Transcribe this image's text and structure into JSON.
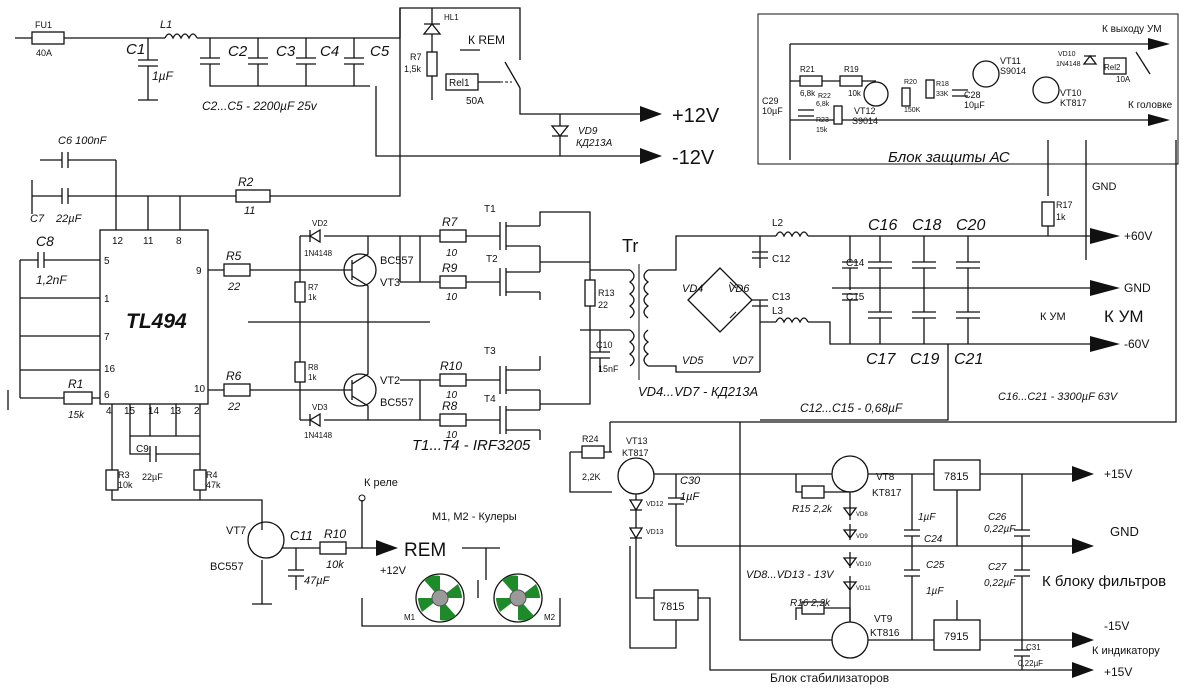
{
  "power_input": {
    "fuse": "FU1",
    "fuse_rating": "40A",
    "inductor": "L1"
  },
  "input_caps": {
    "c1": "C1",
    "c1_value": "1µF",
    "c2": "C2",
    "c3": "C3",
    "c4": "C4",
    "c5": "C5",
    "note": "C2...C5 - 2200µF 25v"
  },
  "rem_block": {
    "led": "HL1",
    "r7": "R7",
    "r7_value": "1,5k",
    "to_rem": "К REM",
    "relay": "Rel1",
    "relay_rating": "50A",
    "diode": "VD9",
    "diode_type": "КД213А",
    "plus12": "+12V",
    "minus12": "-12V"
  },
  "pwm": {
    "chip": "TL494",
    "pins": [
      "12",
      "11",
      "8",
      "5",
      "1",
      "7",
      "16",
      "6",
      "4",
      "15",
      "14",
      "13",
      "2",
      "9",
      "10"
    ],
    "c6": "C6 100nF",
    "c7": "C7",
    "c7_value": "22µF",
    "c8": "C8",
    "c8_value": "1,2nF",
    "r1": "R1",
    "r1_value": "15k",
    "r2": "R2",
    "r2_value": "11",
    "r5": "R5",
    "r5_value": "22",
    "r6": "R6",
    "r6_value": "22",
    "c9": "C9",
    "c9_value": "22µF",
    "r3": "R3",
    "r3_value": "10k",
    "r4": "R4",
    "r4_value": "47k"
  },
  "driver": {
    "vd2": "VD2",
    "vd2_type": "1N4148",
    "vd3": "VD3",
    "vd3_type": "1N4148",
    "r7": "R7",
    "r7_value": "1k",
    "r8": "R8",
    "r8_value": "1k",
    "vt3": "VT3",
    "vt3_type": "BC557",
    "vt2": "VT2",
    "vt2_type": "BC557",
    "r7g": "R7",
    "r9": "R9",
    "r10": "R10",
    "r8g": "R8",
    "gate_value": "10",
    "t1": "T1",
    "t2": "T2",
    "t3": "T3",
    "t4": "T4",
    "mosfets": "T1...T4 - IRF3205"
  },
  "transformer": {
    "name": "Tr",
    "r13": "R13",
    "r13_value": "22",
    "c10": "C10",
    "c10_value": "15nF",
    "vd4": "VD4",
    "vd5": "VD5",
    "vd6": "VD6",
    "vd7": "VD7",
    "diodes": "VD4...VD7 - КД213А",
    "l2": "L2",
    "l3": "L3",
    "c12": "C12",
    "c13": "C13",
    "c14": "C14",
    "c15": "C15",
    "c_small_note": "C12...C15 - 0,68µF"
  },
  "output": {
    "caps_top": [
      "C16",
      "C18",
      "C20"
    ],
    "caps_bottom": [
      "C17",
      "C19",
      "C21"
    ],
    "caps_note": "C16...C21 - 3300µF 63V",
    "plus60": "+60V",
    "gnd": "GND",
    "minus60": "-60V",
    "to_amp": "К УМ",
    "to_amp_big": "К УМ",
    "r17": "R17",
    "r17_value": "1k",
    "gnd_label": "GND"
  },
  "protection": {
    "to_out": "К выходу УМ",
    "to_head": "К головке",
    "r21": "R21",
    "r21_value": "6,8k",
    "r19": "R19",
    "r19_value": "10k",
    "r22": "R22",
    "r22_value": "6,8k",
    "r23": "R23",
    "r23_value": "15k",
    "r20": "R20",
    "r20_value": "150K",
    "r18": "R18",
    "r18_value": "33K",
    "c28": "C28",
    "c28_value": "10µF",
    "c29": "C29",
    "c29_value": "10µF",
    "vt12": "VT12",
    "vt12_type": "S9014",
    "vt11": "VT11",
    "vt11_type": "S9014",
    "vt10": "VT10",
    "vt10_type": "KT817",
    "vd10": "VD10",
    "vd10_type": "1N4148",
    "rel2": "Rel2",
    "rel2_rating": "10A",
    "title": "Блок защиты АС"
  },
  "fans": {
    "vt7": "VT7",
    "vt7_type": "BC557",
    "c11": "C11",
    "c11_value": "47µF",
    "r10": "R10",
    "r10_value": "10k",
    "rem": "REM",
    "v12": "+12V",
    "to_relay": "К реле",
    "note": "M1, M2 - Кулеры",
    "m1": "M1",
    "m2": "M2"
  },
  "stabilizers": {
    "vt13": "VT13",
    "vt13_type": "KT817",
    "r24": "R24",
    "r24_value": "2,2K",
    "c30": "C30",
    "c30_value": "1µF",
    "vd12": "VD12",
    "vd13": "VD13",
    "reg_low": "7815",
    "vt8": "VT8",
    "vt8_type": "KT817",
    "r15": "R15 2,2k",
    "r16": "R16 2,2k",
    "vt9": "VT9",
    "vt9_type": "KT816",
    "vd8": "VD8",
    "vd9": "VD9",
    "vd10": "VD10",
    "vd11": "VD11",
    "c24_value": "1µF",
    "c24": "C24",
    "c25": "C25",
    "c25_value": "1µF",
    "reg_pos": "7815",
    "reg_neg": "7915",
    "c26": "C26",
    "c26_value": "0,22µF",
    "c27": "C27",
    "c27_value": "0,22µF",
    "c31": "C31",
    "c31_value": "0,22µF",
    "plus15": "+15V",
    "gnd": "GND",
    "to_filters": "К блоку фильтров",
    "minus15": "-15V",
    "to_indicator": "К индикатору",
    "plus15b": "+15V",
    "zener_note": "VD8...VD13 - 13V",
    "title": "Блок стабилизаторов"
  }
}
